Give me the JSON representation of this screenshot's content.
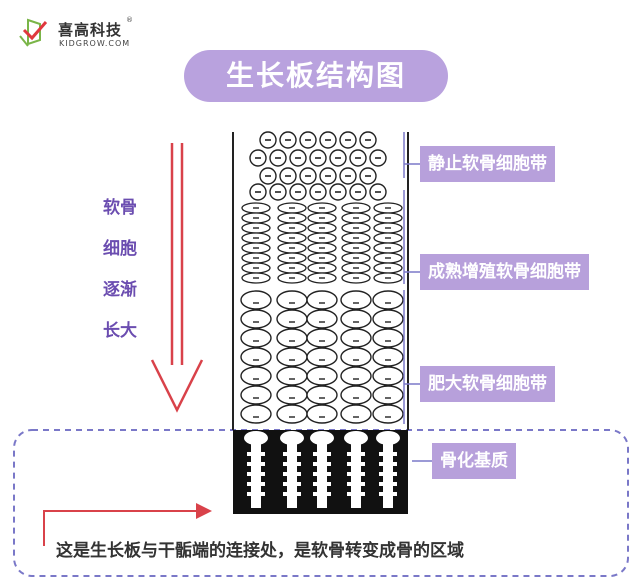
{
  "brand": {
    "name_cn": "喜高科技",
    "domain": "KIDGROW.COM",
    "registered": "®"
  },
  "title": "生长板结构图",
  "growth_direction_text": [
    "软骨",
    "细胞",
    "逐渐",
    "长大"
  ],
  "zone_labels": [
    "静止软骨细胞带",
    "成熟增殖软骨细胞带",
    "肥大软骨细胞带",
    "骨化基质"
  ],
  "bottom_note": "这是生长板与干骺端的连接处，是软骨转变成骨的区域",
  "colors": {
    "accent_purple": "#b9a2de",
    "text_purple": "#6b4db0",
    "arrow_red": "#d9424a",
    "dashed_border": "#7a78c8"
  }
}
